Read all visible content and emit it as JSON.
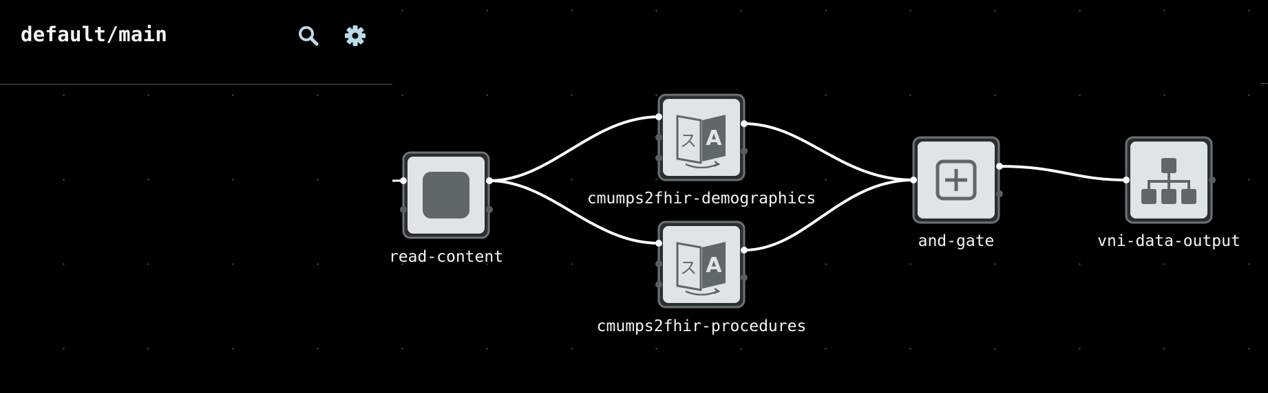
{
  "header": {
    "title": "default/main",
    "search_icon": "search-icon",
    "settings_icon": "gear-icon"
  },
  "nodes": [
    {
      "id": "read-content",
      "label": "read-content",
      "icon": "stop-square-icon"
    },
    {
      "id": "cmumps2fhir-demographics",
      "label": "cmumps2fhir-demographics",
      "icon": "translate-icon"
    },
    {
      "id": "cmumps2fhir-procedures",
      "label": "cmumps2fhir-procedures",
      "icon": "translate-icon"
    },
    {
      "id": "and-gate",
      "label": "and-gate",
      "icon": "plus-box-icon"
    },
    {
      "id": "vni-data-output",
      "label": "vni-data-output",
      "icon": "sitemap-icon"
    }
  ],
  "colors": {
    "background": "#000000",
    "node_fill": "#dfe4e6",
    "node_border": "#6b7376",
    "icon": "#5f676b",
    "edge": "#ffffff",
    "header_icon": "#b9dbe6"
  }
}
